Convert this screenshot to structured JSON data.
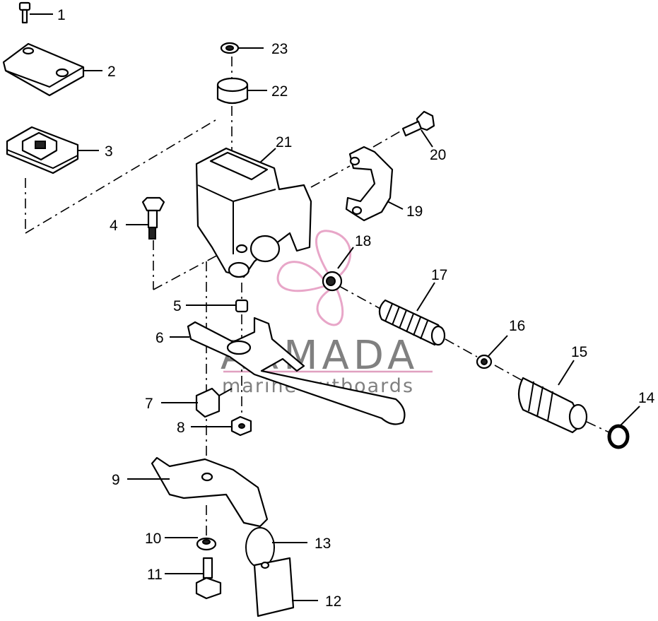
{
  "diagram": {
    "callouts": [
      "1",
      "2",
      "3",
      "4",
      "5",
      "6",
      "7",
      "8",
      "9",
      "10",
      "11",
      "12",
      "13",
      "14",
      "15",
      "16",
      "17",
      "18",
      "19",
      "20",
      "21",
      "22",
      "23"
    ]
  },
  "watermark": {
    "brand": "ARMADA",
    "tagline": "marine outboards",
    "colors": {
      "propeller": "#e8a6c8",
      "text": "#808080",
      "underline": "#e0a0c0"
    }
  }
}
